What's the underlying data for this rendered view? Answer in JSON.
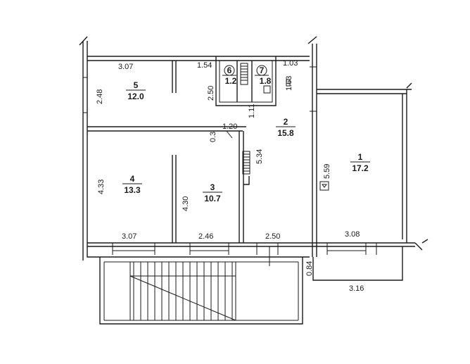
{
  "rooms": [
    {
      "number": "1",
      "area": "17.2"
    },
    {
      "number": "2",
      "area": "15.8"
    },
    {
      "number": "3",
      "area": "10.7"
    },
    {
      "number": "4",
      "area": "13.3"
    },
    {
      "number": "5",
      "area": "12.0"
    },
    {
      "number": "6",
      "area": "1.2"
    },
    {
      "number": "7",
      "area": "1.8"
    }
  ],
  "dimensions": {
    "top_left": "3.07",
    "top_mid": "1.54",
    "top_right": "1.03",
    "room5_height": "2.48",
    "bath_height": "2.50",
    "hall_1_63": "1.63",
    "hall_1_11": "1.11",
    "hall_1_20": "1.20",
    "hall_0_3": "0.3",
    "hall_5_34": "5.34",
    "room1_5_59": "5.59",
    "room4_height": "4.33",
    "room3_height": "4.30",
    "bottom_room4": "3.07",
    "bottom_room3": "2.46",
    "bottom_hall": "2.50",
    "bottom_room1": "3.08",
    "balcony_depth": "0.84",
    "balcony_width": "3.16"
  }
}
